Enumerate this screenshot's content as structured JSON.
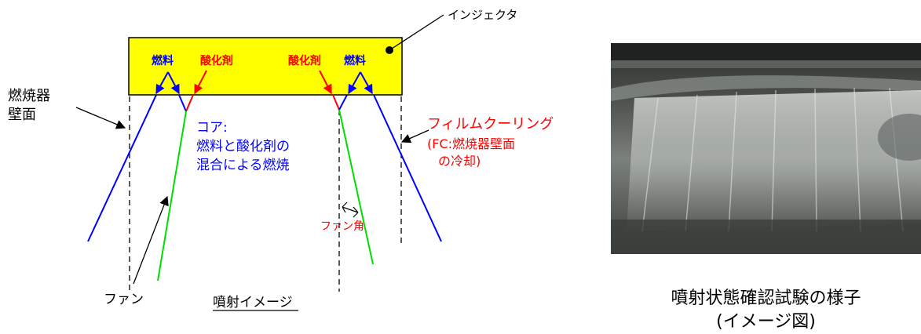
{
  "diagram": {
    "injector_label": "インジェクタ",
    "fuel_left": "燃料",
    "oxidizer_left": "酸化剤",
    "oxidizer_right": "酸化剤",
    "fuel_right": "燃料",
    "wall_label_1": "燃焼器",
    "wall_label_2": "壁面",
    "core_1": "コア:",
    "core_2": "燃料と酸化剤の",
    "core_3": "混合による燃焼",
    "film_1": "フィルムクーリング",
    "film_2": "(FC:燃焼器壁面",
    "film_3": "の冷却)",
    "fan_angle": "ファン角",
    "fan": "ファン",
    "caption": "噴射イメージ"
  },
  "photo": {
    "caption_1": "噴射状態確認試験の様子",
    "caption_2": "(イメージ図)"
  },
  "colors": {
    "injector_fill": "#ffff00",
    "fuel": "#0000ff",
    "oxidizer": "#ff0000",
    "fan": "#00dd00"
  }
}
